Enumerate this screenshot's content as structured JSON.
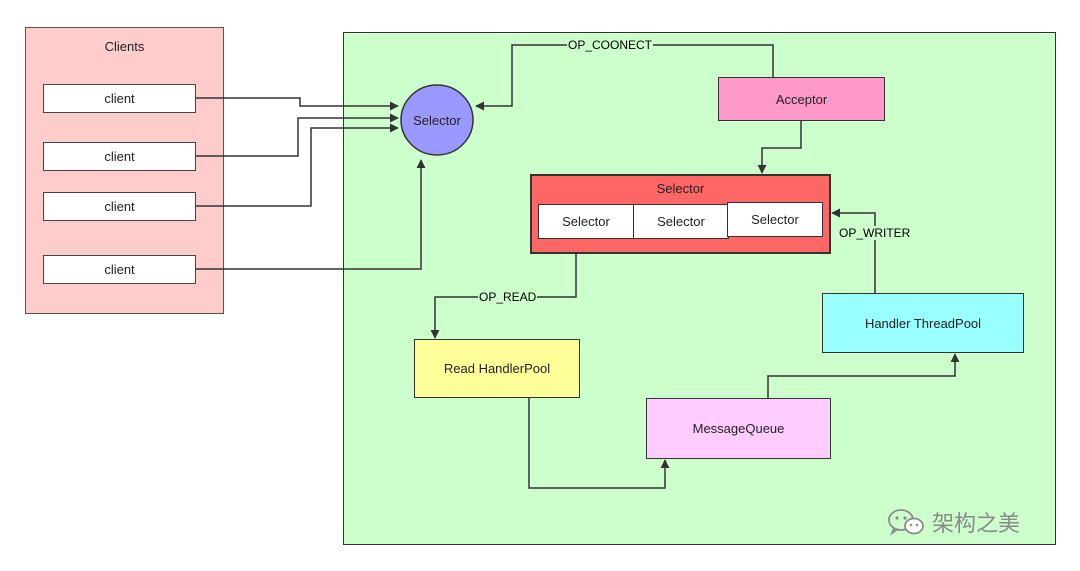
{
  "clients": {
    "title": "Clients",
    "items": [
      {
        "label": "client"
      },
      {
        "label": "client"
      },
      {
        "label": "client"
      },
      {
        "label": "client"
      }
    ]
  },
  "nodes": {
    "main_selector": "Selector",
    "acceptor": "Acceptor",
    "selector_group": {
      "title": "Selector",
      "items": [
        "Selector",
        "Selector",
        "Selector"
      ]
    },
    "read_handler_pool": "Read HandlerPool",
    "handler_thread_pool": "Handler ThreadPool",
    "message_queue": "MessageQueue"
  },
  "edges": {
    "op_connect": "OP_COONECT",
    "op_read": "OP_READ",
    "op_writer": "OP_WRITER"
  },
  "watermark": {
    "text": "架构之美",
    "icon": "wechat-icon"
  }
}
